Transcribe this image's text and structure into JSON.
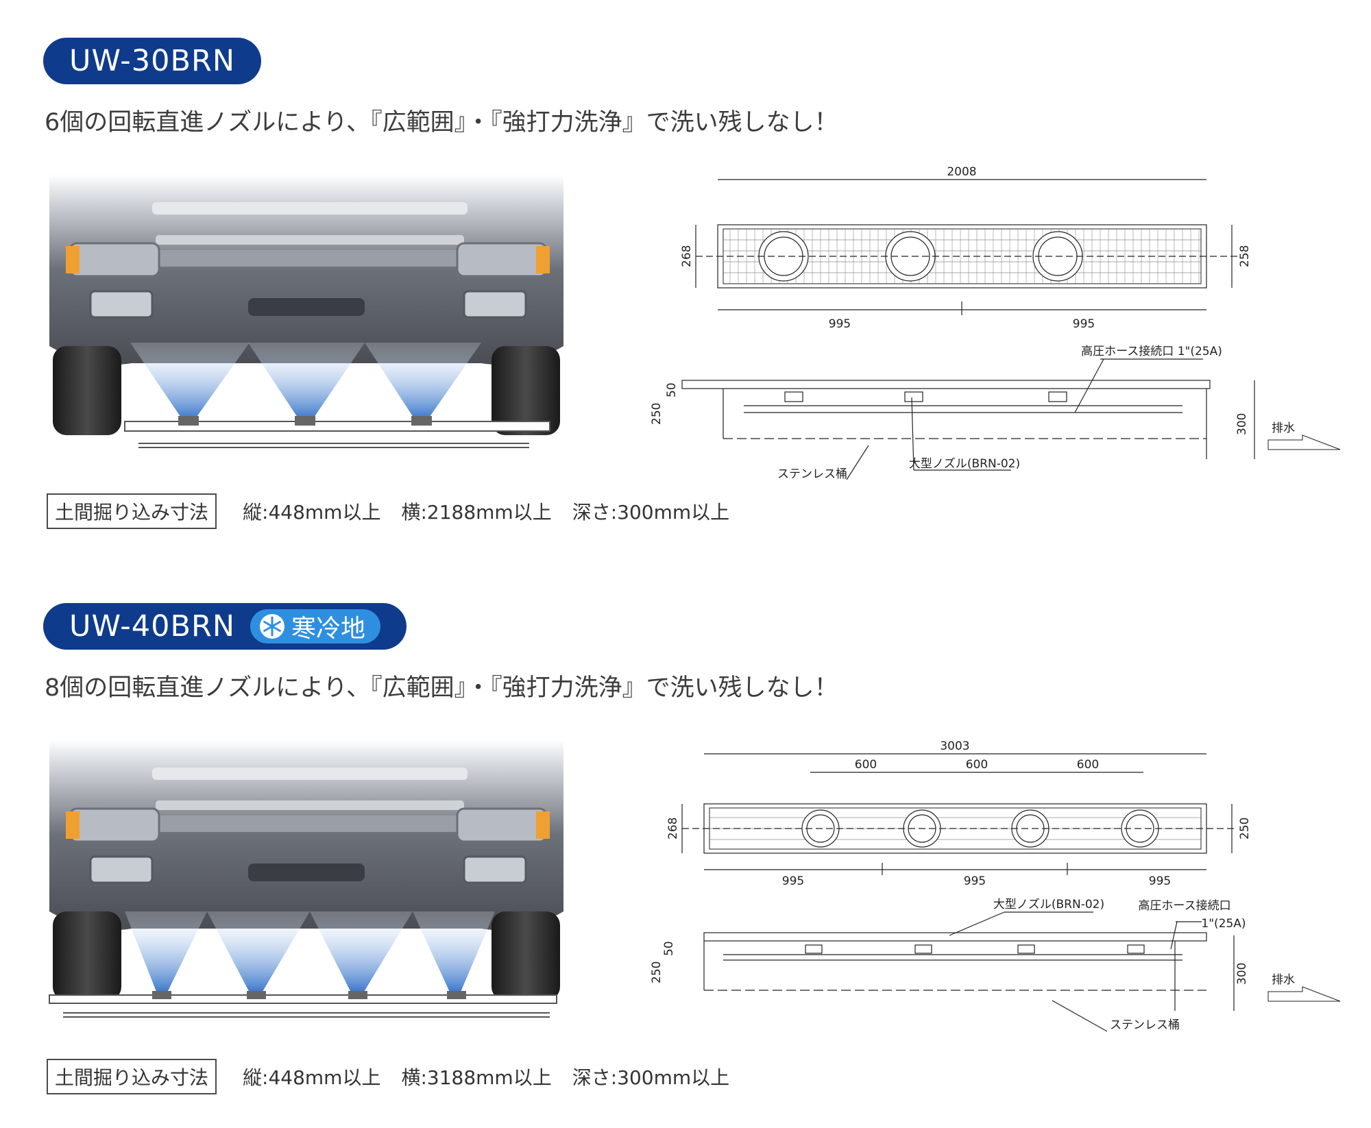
{
  "sections": [
    {
      "model": "UW-30BRN",
      "badge": "",
      "tagline": "6個の回転直進ノズルにより、『広範囲』・『強打力洗浄』で洗い残しなし！",
      "dig_label": "土間掘り込み寸法",
      "dig_length": "縦:448mm以上",
      "dig_width": "横:2188mm以上",
      "dig_depth": "深さ:300mm以上",
      "drawing": {
        "overall": "2008",
        "height_left": "268",
        "height_right": "258",
        "pitch_1": "995",
        "pitch_2": "995",
        "hose_label": "高圧ホース接続口 1\"(25A)",
        "depth_top": "50",
        "depth_total": "250",
        "drain_depth": "300",
        "drain_label": "排水",
        "trough_label": "ステンレス桶",
        "nozzle_label": "大型ノズル(BRN-02)"
      }
    },
    {
      "model": "UW-40BRN",
      "badge": "寒冷地",
      "tagline": "8個の回転直進ノズルにより、『広範囲』・『強打力洗浄』で洗い残しなし！",
      "dig_label": "土間掘り込み寸法",
      "dig_length": "縦:448mm以上",
      "dig_width": "横:3188mm以上",
      "dig_depth": "深さ:300mm以上",
      "drawing": {
        "overall": "3003",
        "inner_1": "600",
        "inner_2": "600",
        "inner_3": "600",
        "height_left": "268",
        "height_right": "250",
        "pitch_1": "995",
        "pitch_2": "995",
        "pitch_3": "995",
        "nozzle_label": "大型ノズル(BRN-02)",
        "hose_label": "高圧ホース接続口",
        "hose_size": "1\"(25A)",
        "depth_top": "50",
        "depth_total": "250",
        "drain_depth": "300",
        "drain_label": "排水",
        "trough_label": "ステンレス桶"
      }
    }
  ],
  "colors": {
    "pill": "#0e3b8c",
    "badge": "#2e8fe0",
    "spray": "#3f7fd0"
  }
}
